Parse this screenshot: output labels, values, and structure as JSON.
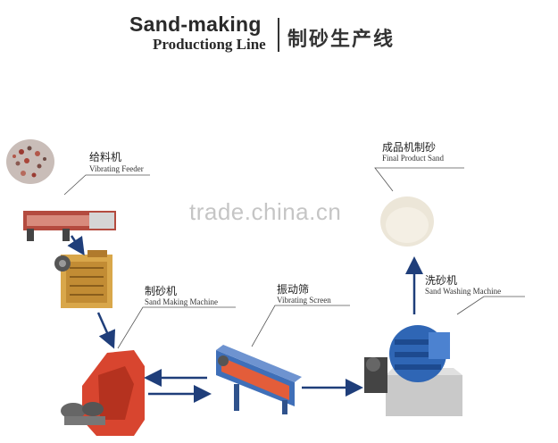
{
  "title": {
    "en_line1": "Sand-making",
    "en_line2": "Productiong Line",
    "cn": "制砂生产线"
  },
  "stages": {
    "feeder": {
      "cn": "给料机",
      "en": "Vibrating Feeder"
    },
    "sand_making": {
      "cn": "制砂机",
      "en": "Sand Making  Machine"
    },
    "vibrating_screen": {
      "cn": "振动筛",
      "en": "Vibrating Screen"
    },
    "sand_washing": {
      "cn": "洗砂机",
      "en": "Sand Washing Machine"
    },
    "final_product": {
      "cn": "成品机制砂",
      "en": "Final Product Sand"
    }
  },
  "watermark": "trade.china.cn",
  "colors": {
    "jaw_crusher": "#d9a74a",
    "sand_maker": "#d8452f",
    "screen": "#3f6fb8",
    "washer": "#2f66b5",
    "arrow": "#1f3e7a"
  }
}
